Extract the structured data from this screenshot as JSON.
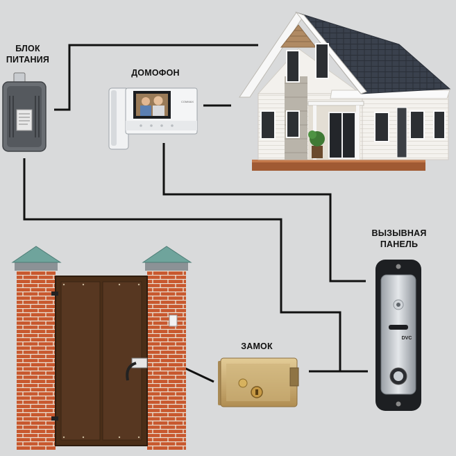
{
  "labels": {
    "power_unit": [
      "БЛОК",
      "ПИТАНИЯ"
    ],
    "intercom": "ДОМОФОН",
    "call_panel": [
      "ВЫЗЫВНАЯ",
      "ПАНЕЛЬ"
    ],
    "lock": "ЗАМОК"
  },
  "panel_brand": "DVC",
  "monitor_brand": "COMMAX",
  "colors": {
    "background": "#d9dadb",
    "wire": "#111111",
    "brick": "#c8582e",
    "roof": "#3c4350",
    "gate": "#4a2e18",
    "lock_brass": "#c9a96a"
  }
}
